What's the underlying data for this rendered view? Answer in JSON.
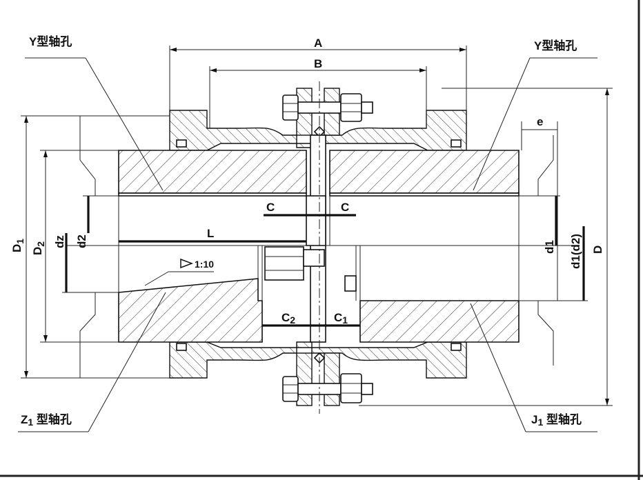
{
  "labels": {
    "top_left_bore": "Y型轴孔",
    "top_right_bore": "Y型轴孔",
    "bottom_left_bore": "Z",
    "bottom_left_sub": "1",
    "bottom_left_suffix": " 型轴孔",
    "bottom_right_bore": "J",
    "bottom_right_sub": "1",
    "bottom_right_suffix": " 型轴孔",
    "taper": "1:10"
  },
  "dimensions": {
    "A": "A",
    "B": "B",
    "e": "e",
    "C_left": "C",
    "C_right": "C",
    "L": "L",
    "C2": "C",
    "C2_sub": "2",
    "C1": "C",
    "C1_sub": "1",
    "D1": "D",
    "D1_sub": "1",
    "D2": "D",
    "D2_sub": "2",
    "dz": "dz",
    "d2": "d2",
    "d1": "d1",
    "d1d2": "d1(d2)",
    "D": "D"
  }
}
